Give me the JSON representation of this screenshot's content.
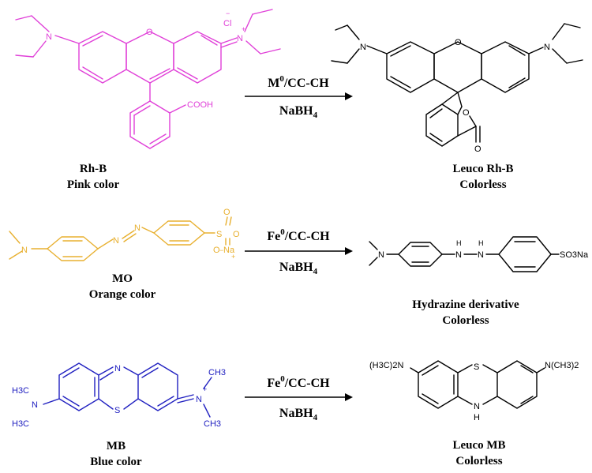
{
  "colors": {
    "rhb": "#e040d8",
    "mo": "#e8b030",
    "mb": "#2020c0",
    "product": "#000000"
  },
  "reactions": [
    {
      "reactant": {
        "name": "Rh-B",
        "color_label": "Pink color"
      },
      "conditions": {
        "catalyst_main": "M",
        "catalyst_sup": "0",
        "catalyst_rest": "/CC-CH",
        "reductant_main": "NaBH",
        "reductant_sub": "4"
      },
      "product": {
        "name": "Leuco Rh-B",
        "color_label": "Colorless"
      },
      "atoms": {
        "cl": "Cl",
        "n_plus": "N",
        "charge_plus": "+",
        "charge_minus": "−",
        "cooh": "COOH",
        "n_left": "N",
        "o_ring": "O",
        "p_n_left": "N",
        "p_n_right": "N",
        "p_o_ring": "O",
        "p_o_lactone": "O",
        "p_o_carbonyl": "O"
      }
    },
    {
      "reactant": {
        "name": "MO",
        "color_label": "Orange color"
      },
      "conditions": {
        "catalyst_main": "Fe",
        "catalyst_sup": "0",
        "catalyst_rest": "/CC-CH",
        "reductant_main": "NaBH",
        "reductant_sub": "4"
      },
      "product": {
        "name": "Hydrazine derivative",
        "color_label": "Colorless"
      },
      "atoms": {
        "n_amine": "N",
        "n_azo1": "N",
        "n_azo2": "N",
        "s": "S",
        "o1": "O",
        "o2": "O",
        "o3": "O",
        "na": "Na",
        "charge_minus": "−",
        "charge_plus": "+",
        "p_n_amine": "N",
        "p_nh1": "H",
        "p_nh2": "H",
        "p_n1": "N",
        "p_n2": "N",
        "p_so3na": "SO3Na"
      }
    },
    {
      "reactant": {
        "name": "MB",
        "color_label": "Blue color"
      },
      "conditions": {
        "catalyst_main": "Fe",
        "catalyst_sup": "0",
        "catalyst_rest": "/CC-CH",
        "reductant_main": "NaBH",
        "reductant_sub": "4"
      },
      "product": {
        "name": "Leuco MB",
        "color_label": "Colorless"
      },
      "atoms": {
        "n_top": "N",
        "s": "S",
        "h3c1": "H3C",
        "h3c2": "H3C",
        "n_left": "N",
        "n_right": "N",
        "charge_plus": "+",
        "ch3a": "CH3",
        "ch3b": "CH3",
        "p_s": "S",
        "p_nh": "N",
        "p_h": "H",
        "p_nme_left": "(H3C)2N",
        "p_nme_right": "N(CH3)2"
      }
    }
  ]
}
